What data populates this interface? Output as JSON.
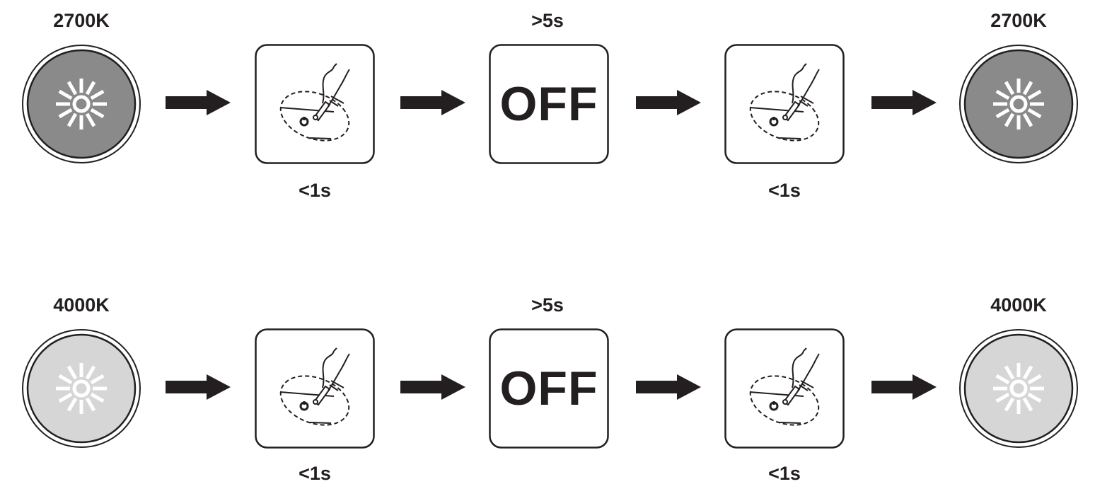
{
  "rows": [
    {
      "start_label": "2700K",
      "end_label": "2700K",
      "lamp_color": "#8a8a8a",
      "wait_label": ">5s",
      "off_text": "OFF",
      "press1_label": "<1s",
      "press2_label": "<1s"
    },
    {
      "start_label": "4000K",
      "end_label": "4000K",
      "lamp_color": "#d6d6d6",
      "wait_label": ">5s",
      "off_text": "OFF",
      "press1_label": "<1s",
      "press2_label": "<1s"
    }
  ],
  "colors": {
    "ink": "#231f20",
    "sun": "#ffffff"
  }
}
